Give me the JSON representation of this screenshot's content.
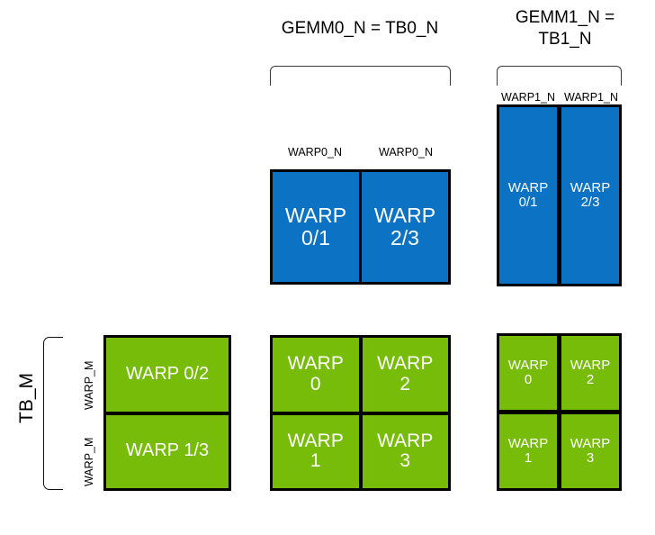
{
  "diagram": {
    "title_gemm0": "GEMM0_N = TB0_N",
    "title_gemm1": "GEMM1_N =\nTB1_N",
    "tb_m_label": "TB_M",
    "blue_tb0": {
      "captions": [
        "WARP0_N",
        "WARP0_N"
      ],
      "cells": [
        {
          "label": "WARP\n0/1"
        },
        {
          "label": "WARP\n2/3"
        }
      ]
    },
    "blue_tb1": {
      "captions": [
        "WARP1_N",
        "WARP1_N"
      ],
      "cells": [
        {
          "label": "WARP\n0/1"
        },
        {
          "label": "WARP\n2/3"
        }
      ]
    },
    "green_left": {
      "captions": [
        "WARP_M",
        "WARP_M"
      ],
      "cells": [
        {
          "label": "WARP 0/2"
        },
        {
          "label": "WARP 1/3"
        }
      ]
    },
    "green_mid": {
      "cells": [
        {
          "label": "WARP\n0"
        },
        {
          "label": "WARP\n2"
        },
        {
          "label": "WARP\n1"
        },
        {
          "label": "WARP\n3"
        }
      ]
    },
    "green_right": {
      "cells": [
        {
          "label": "WARP\n0"
        },
        {
          "label": "WARP\n2"
        },
        {
          "label": "WARP\n1"
        },
        {
          "label": "WARP\n3"
        }
      ]
    },
    "colors": {
      "blue": "#0b72c4",
      "green": "#76bc08",
      "outline": "#000000",
      "text_on_block": "#ffffff",
      "text": "#000000",
      "background": "#ffffff"
    }
  }
}
